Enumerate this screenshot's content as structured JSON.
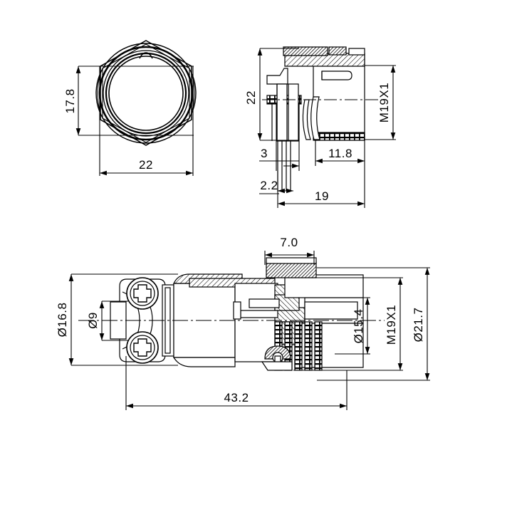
{
  "drawing": {
    "title": "M19 circular connector assembly drawing",
    "background_color": "#ffffff",
    "line_color": "#000000",
    "units": "mm"
  },
  "views": {
    "front": {
      "name": "front-hex-view",
      "dimensions": {
        "height_across_flats": "17.8",
        "width_across_corners": "22"
      }
    },
    "panel_side": {
      "name": "panel-mount-side-section-view",
      "dimensions": {
        "overall_height": "22",
        "thread": "M19X1",
        "flange_thickness": "3",
        "barrel_length": "11.8",
        "pin_thickness": "2.2",
        "pin_length": "19"
      }
    },
    "assembly": {
      "name": "mated-assembly-section-view",
      "dimensions": {
        "cable_clamp_dia": "Ø16.8",
        "cable_bore_dia": "Ø9",
        "coupling_nut_length": "7.0",
        "inner_shell_dia": "Ø15.4",
        "thread": "M19X1",
        "outer_dia": "Ø21.7",
        "overall_length": "43.2"
      }
    }
  }
}
